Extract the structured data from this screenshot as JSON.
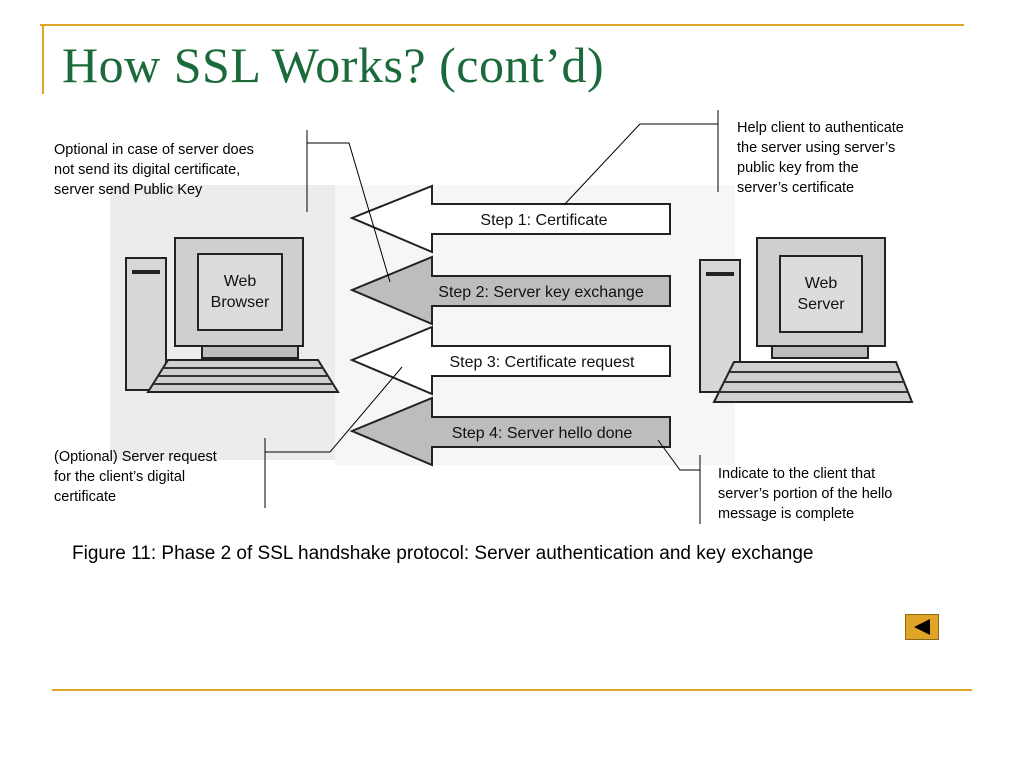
{
  "slide": {
    "title": "How SSL Works? (cont’d)",
    "caption": "Figure 11: Phase 2 of SSL handshake protocol: Server authentication and key exchange"
  },
  "annotations": {
    "server_key": [
      "Optional in case of server does",
      "not send its digital certificate,",
      "server send Public Key"
    ],
    "help_client": [
      "Help client to authenticate",
      "the server using server’s",
      "public key from  the",
      "server’s certificate"
    ],
    "cert_request": [
      "(Optional) Server request",
      "for the client’s digital",
      "certificate"
    ],
    "hello_done": [
      "Indicate to the client that",
      "server’s portion of the hello",
      "message is complete"
    ]
  },
  "computers": {
    "browser": [
      "Web",
      "Browser"
    ],
    "server": [
      "Web",
      "Server"
    ]
  },
  "steps": [
    "Step 1: Certificate",
    "Step 2: Server key exchange",
    "Step 3: Certificate request",
    "Step 4: Server hello done"
  ],
  "nav": {
    "back_icon": "left-triangle-icon",
    "accent": "#e0a526"
  },
  "colors": {
    "title": "#1b6b3a",
    "accent": "#e0a526"
  }
}
